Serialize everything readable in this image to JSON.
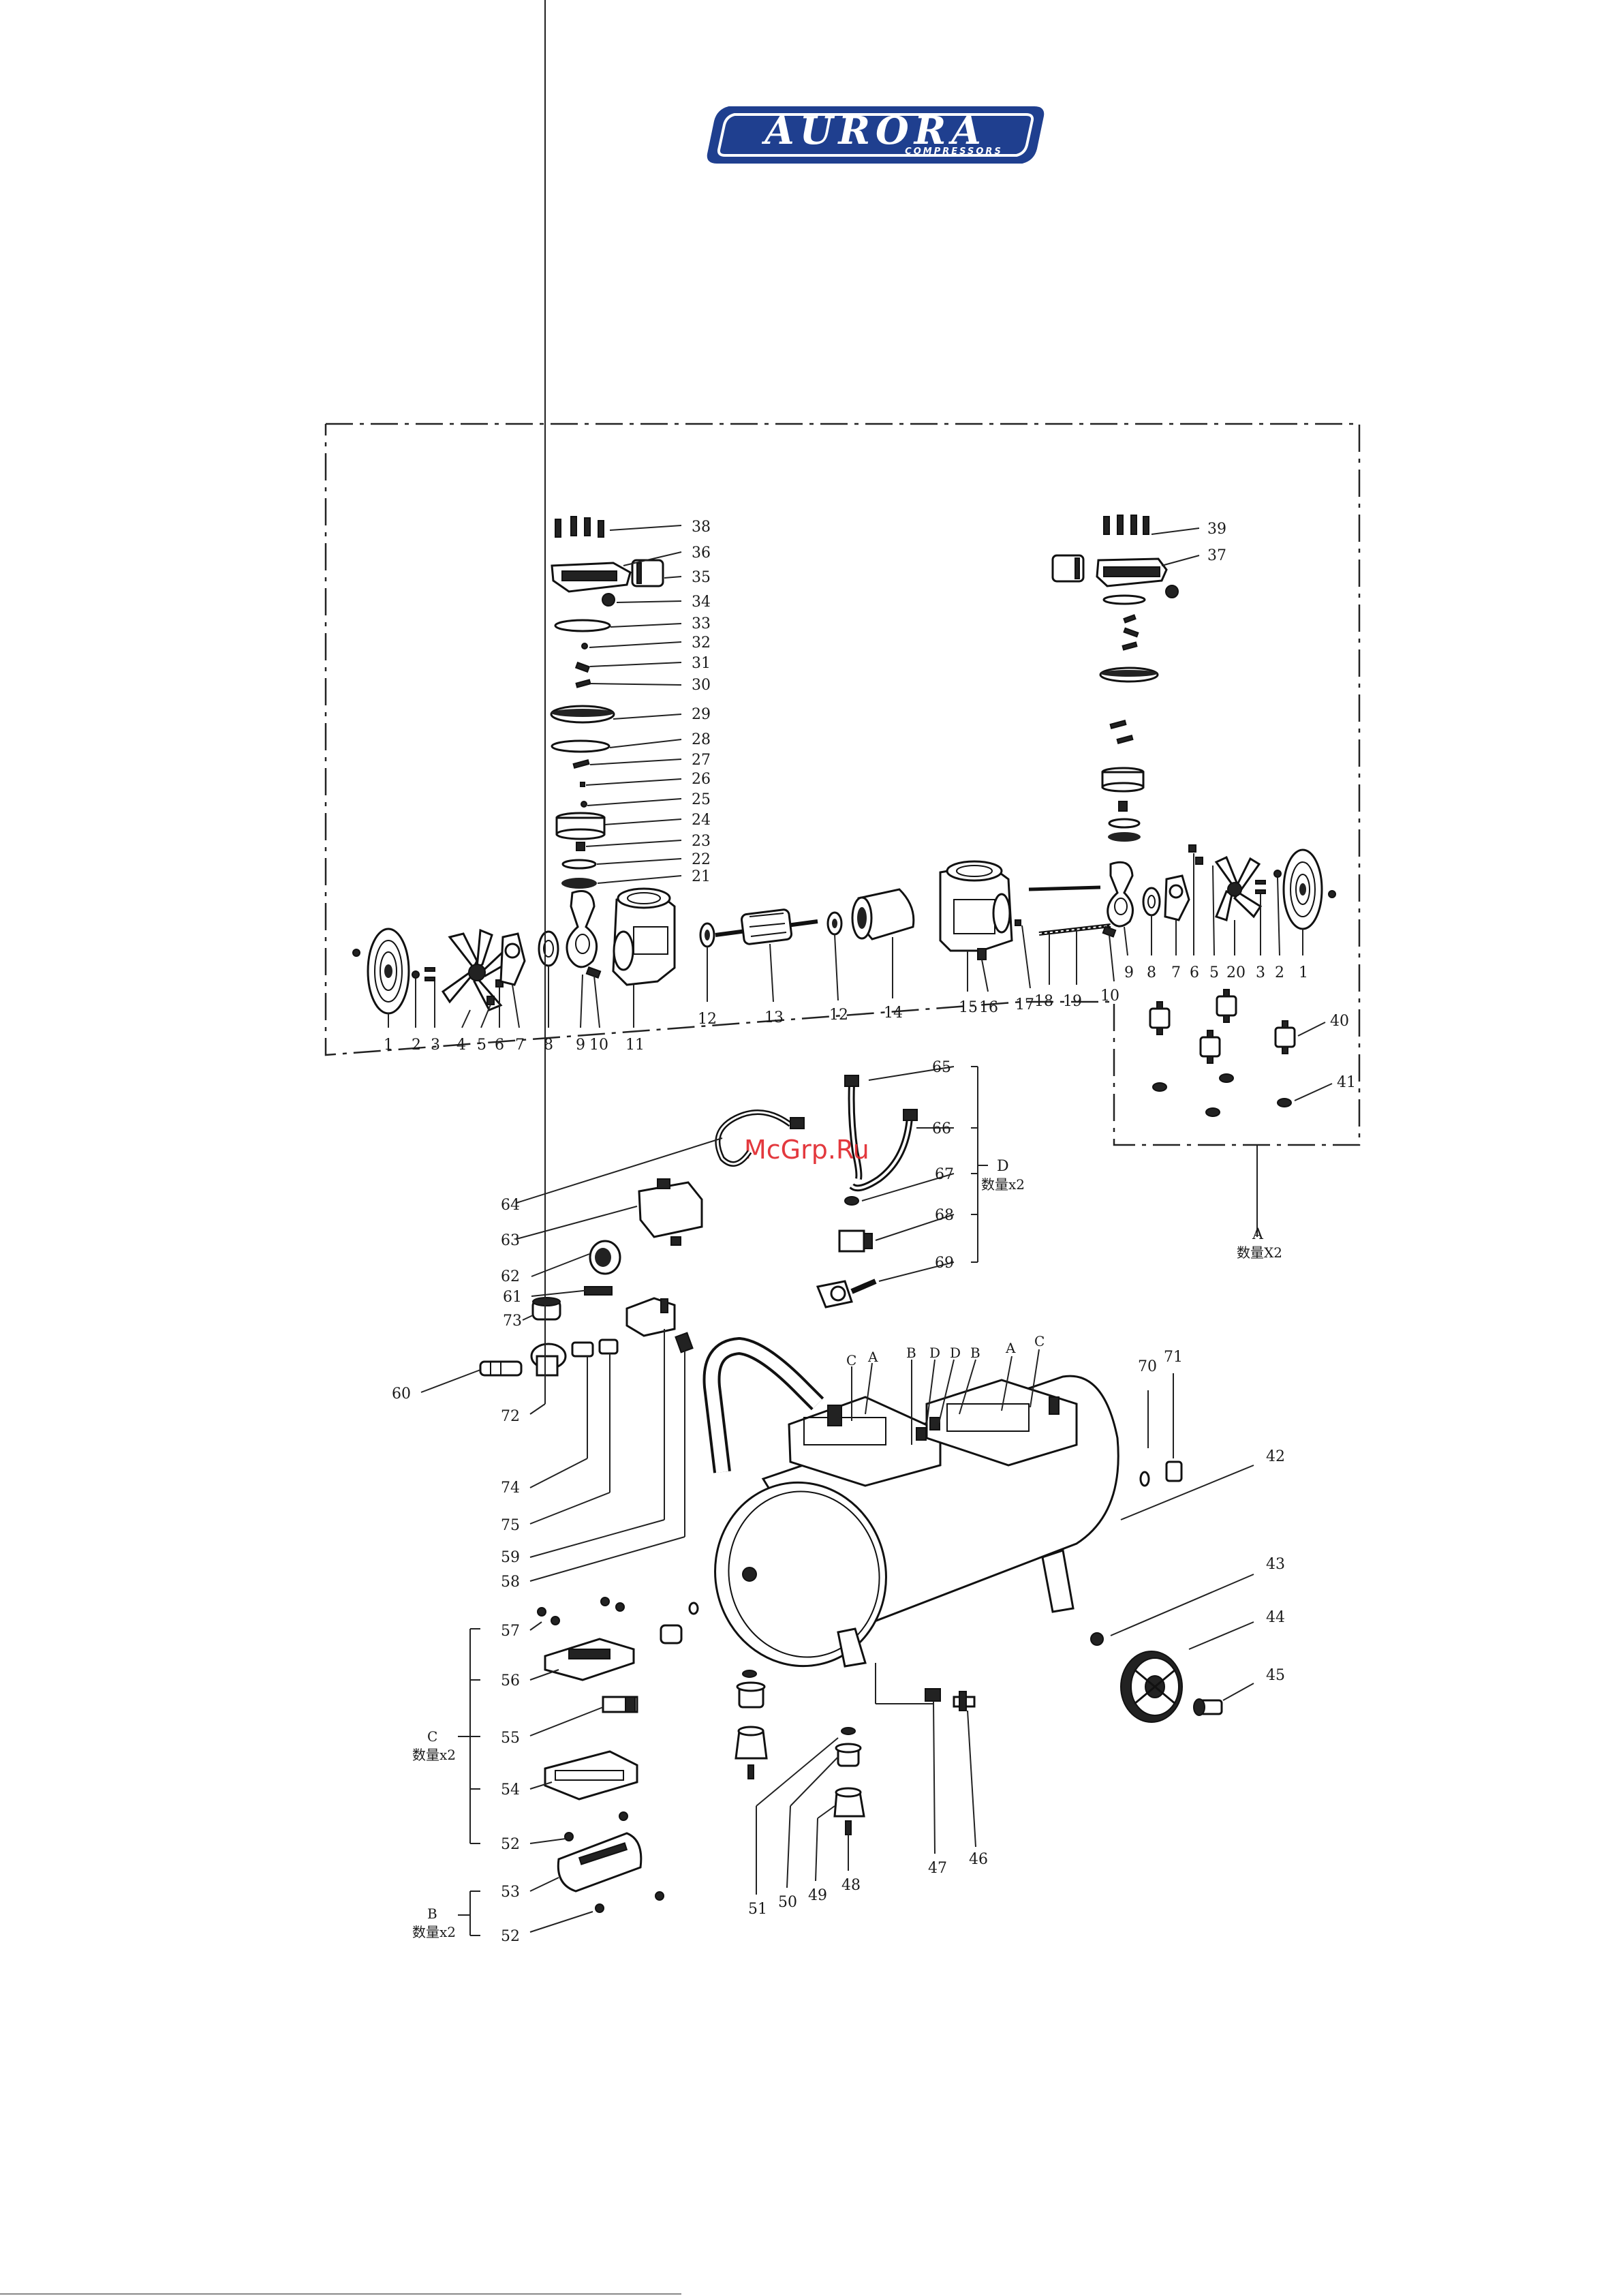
{
  "logo": {
    "text": "AURORA",
    "subtext": "COMPRESSORS",
    "fill": "#1f3f8f",
    "border": "#ffffff"
  },
  "watermark": {
    "text": "McGrp.Ru",
    "color": "#e0242a"
  },
  "colors": {
    "ink": "#1a1a1a"
  },
  "labels": {
    "l38": "38",
    "l36": "36",
    "l35": "35",
    "l34": "34",
    "l33": "33",
    "l32": "32",
    "l31": "31",
    "l30": "30",
    "l29": "29",
    "l28": "28",
    "l27": "27",
    "l26": "26",
    "l25": "25",
    "l24": "24",
    "l23": "23",
    "l22": "22",
    "l21": "21",
    "l39": "39",
    "l37": "37",
    "b1": "1",
    "b2": "2",
    "b3": "3",
    "b4": "4",
    "b5": "5",
    "b6": "6",
    "b7": "7",
    "b8": "8",
    "b9": "9",
    "b10": "10",
    "b11": "11",
    "b12a": "12",
    "b13": "13",
    "b12b": "12",
    "b14": "14",
    "b15": "15",
    "b16": "16",
    "b17": "17",
    "b18": "18",
    "b19": "19",
    "r10": "10",
    "r9": "9",
    "r8": "8",
    "r7": "7",
    "r6": "6",
    "r5": "5",
    "r20": "20",
    "r3": "3",
    "r2": "2",
    "r1": "1",
    "l40": "40",
    "l41": "41",
    "l65": "65",
    "l66": "66",
    "l67": "67",
    "l68": "68",
    "l69": "69",
    "groupD": "D",
    "groupDqty": "数量x2",
    "groupA": "A",
    "groupAqty": "数量X2",
    "l64": "64",
    "l63": "63",
    "l62": "62",
    "l61": "61",
    "l73": "73",
    "l60": "60",
    "l72": "72",
    "l74": "74",
    "l75": "75",
    "l59": "59",
    "l58": "58",
    "tC1": "C",
    "tA1": "A",
    "tB1": "B",
    "tD1": "D",
    "tD2": "D",
    "tB2": "B",
    "tA2": "A",
    "tC2": "C",
    "l70": "70",
    "l71": "71",
    "l42": "42",
    "l43": "43",
    "l44": "44",
    "l45": "45",
    "l57": "57",
    "l56": "56",
    "l55": "55",
    "l54": "54",
    "l52a": "52",
    "l53": "53",
    "l52b": "52",
    "groupC": "C",
    "groupCqty": "数量x2",
    "groupB": "B",
    "groupBqty": "数量x2",
    "l51": "51",
    "l50": "50",
    "l49": "49",
    "l48": "48",
    "l47": "47",
    "l46": "46"
  }
}
